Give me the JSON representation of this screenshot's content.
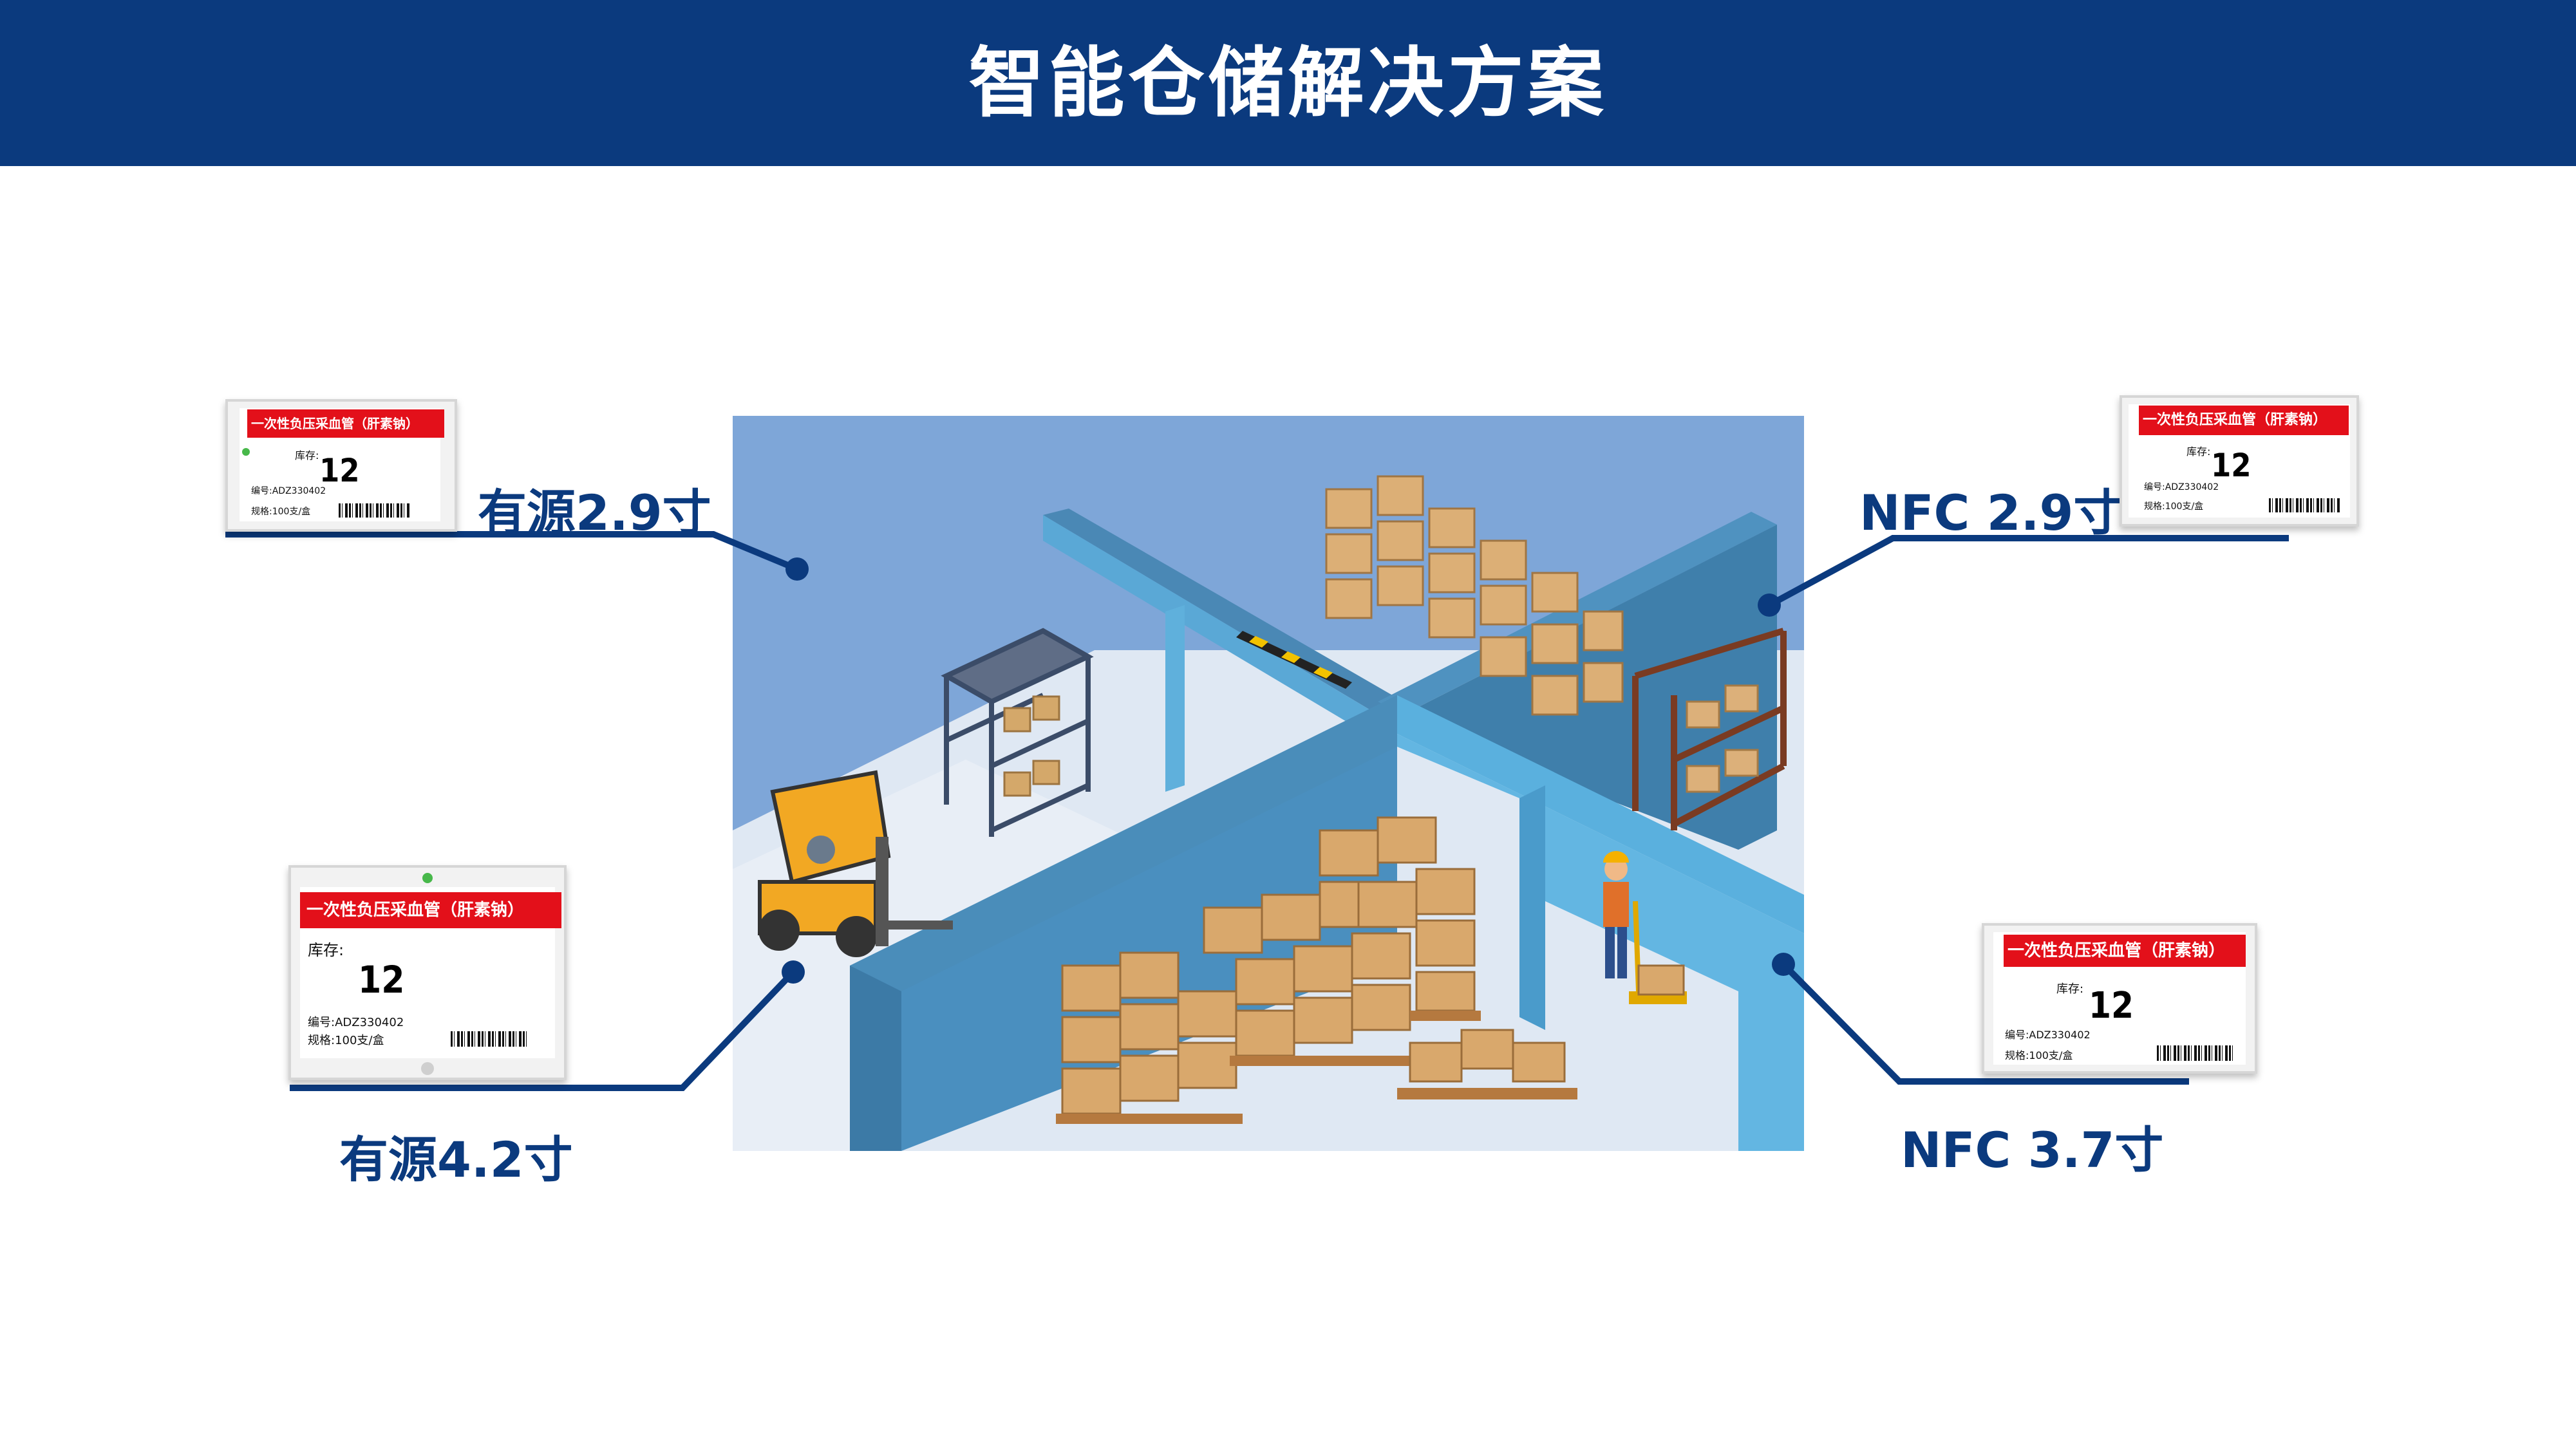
{
  "header": {
    "title": "智能仓储解决方案"
  },
  "labels": {
    "top_left": "有源2.9寸",
    "bottom_left": "有源4.2寸",
    "top_right": "NFC 2.9寸",
    "bottom_right": "NFC 3.7寸"
  },
  "tag": {
    "product": "一次性负压采血管（肝素钠）",
    "stock_label": "库存:",
    "stock_value": "12",
    "code": "编号:ADZ330402",
    "spec": "规格:100支/盒"
  },
  "colors": {
    "header_bg": "#0b3a7e",
    "accent_blue": "#0b3a7e",
    "tag_red": "#e3101a"
  }
}
